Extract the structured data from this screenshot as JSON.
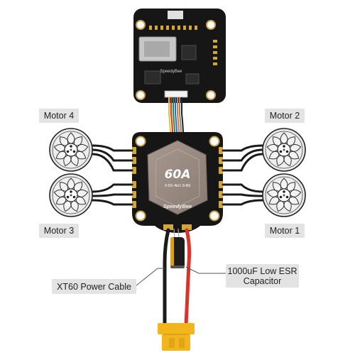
{
  "labels": {
    "motor_4": "Motor 4",
    "motor_2": "Motor 2",
    "motor_3": "Motor 3",
    "motor_1": "Motor 1",
    "power_cable": "XT60 Power Cable",
    "capacitor_line1": "1000uF Low ESR",
    "capacitor_line2": "Capacitor"
  },
  "esc": {
    "rating": "60A",
    "spec": "3-6S 4in1 8-Bit",
    "brand": "SpeedyBee"
  },
  "fc": {
    "brand": "SpeedyBee"
  },
  "colors": {
    "esc_plate": "#9a8a80",
    "board_black": "#161616",
    "pad_gold": "#d4a63a",
    "wire_red": "#d8342a",
    "wire_black": "#1a1a1a",
    "connector_yellow": "#f2b51c",
    "label_bg": "#e3e3e3"
  }
}
